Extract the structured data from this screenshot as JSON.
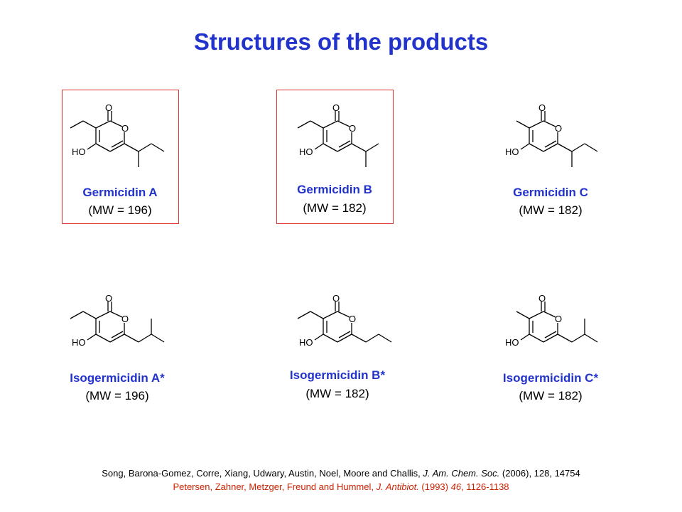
{
  "title": "Structures of the products",
  "atoms": {
    "oxygen": "O",
    "hydroxyl": "HO"
  },
  "compounds": [
    {
      "name": "Germicidin A",
      "mw": "(MW = 196)"
    },
    {
      "name": "Germicidin B",
      "mw": "(MW = 182)"
    },
    {
      "name": "Germicidin C",
      "mw": "(MW = 182)"
    },
    {
      "name": "Isogermicidin A*",
      "mw": "(MW = 196)"
    },
    {
      "name": "Isogermicidin B*",
      "mw": "(MW = 182)"
    },
    {
      "name": "Isogermicidin C*",
      "mw": "(MW = 182)"
    }
  ],
  "references": {
    "line1": {
      "authors": "Song, Barona-Gomez, Corre, Xiang, Udwary, Austin, Noel, Moore and Challis, ",
      "journal": "J. Am. Chem. Soc.",
      "rest": " (2006), 128, 14754"
    },
    "line2": {
      "authors": "Petersen, Zahner, Metzger, Freund and Hummel, ",
      "journal": "J. Antibiot.",
      "year": " (1993) ",
      "volume": "46",
      "pages": ", 1126-1138"
    }
  },
  "colors": {
    "title": "#2233cc",
    "name": "#2233cc",
    "box": "#e03030",
    "ref2": "#cc2200"
  }
}
